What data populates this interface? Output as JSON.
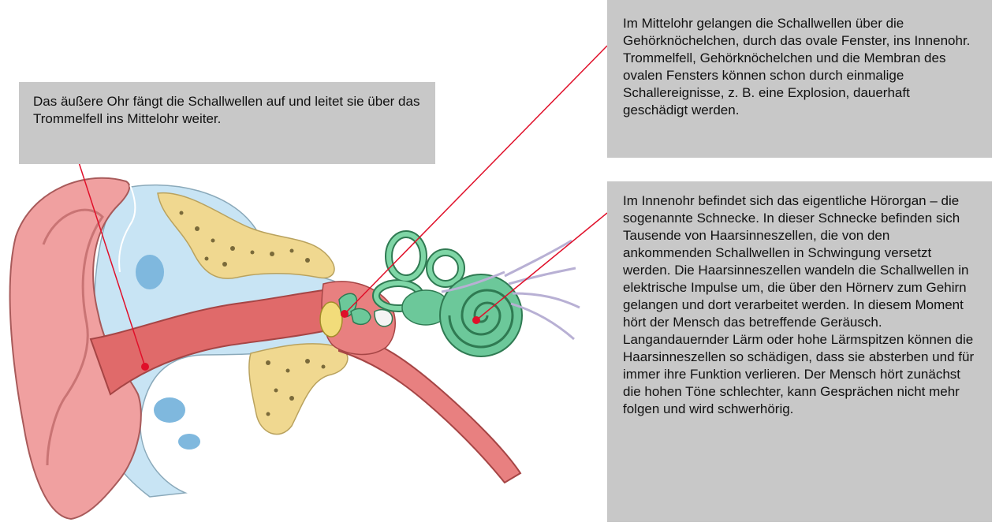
{
  "callouts": {
    "outer_ear": {
      "text": "Das äußere Ohr fängt die Schallwellen auf und leitet sie über das Trommelfell ins Mittelohr weiter."
    },
    "middle_ear": {
      "text": "Im Mittelohr gelangen die Schallwellen über die Gehörknöchelchen, durch das ovale Fenster, ins Innenohr. Trommelfell, Gehörknöchelchen und die Membran des ovalen Fensters können schon durch einmalige Schallereignisse, z. B. eine Explosion, dauerhaft geschädigt werden."
    },
    "inner_ear": {
      "text_1": "Im Innenohr befindet sich das eigentliche Hörorgan – die sogenannte Schnecke. In dieser Schnecke befinden sich Tausende von Haarsinneszellen, die von den ankommenden Schallwellen in Schwingung versetzt werden. Die Haarsinneszellen wandeln die Schallwellen in elektrische Impulse um, die über den Hörnerv zum Gehirn gelangen und dort verarbeitet werden. In diesem Moment hört der Mensch das betreffende Geräusch.",
      "text_2": "Langandauernder Lärm oder hohe Lärmspitzen können die Haarsinneszellen so schädigen, dass sie absterben und für immer ihre Funktion verlieren. Der Mensch hört zunächst die hohen Töne schlechter, kann Gesprächen nicht mehr folgen und wird schwerhörig."
    }
  },
  "colors": {
    "callout_bg": "#c8c8c8",
    "pointer": "#e0102a",
    "skin": "#f0a0a0",
    "canal": "#e06a6a",
    "fluid": "#c8e4f4",
    "bone": "#f0d890",
    "cochlea": "#6cc89a"
  }
}
